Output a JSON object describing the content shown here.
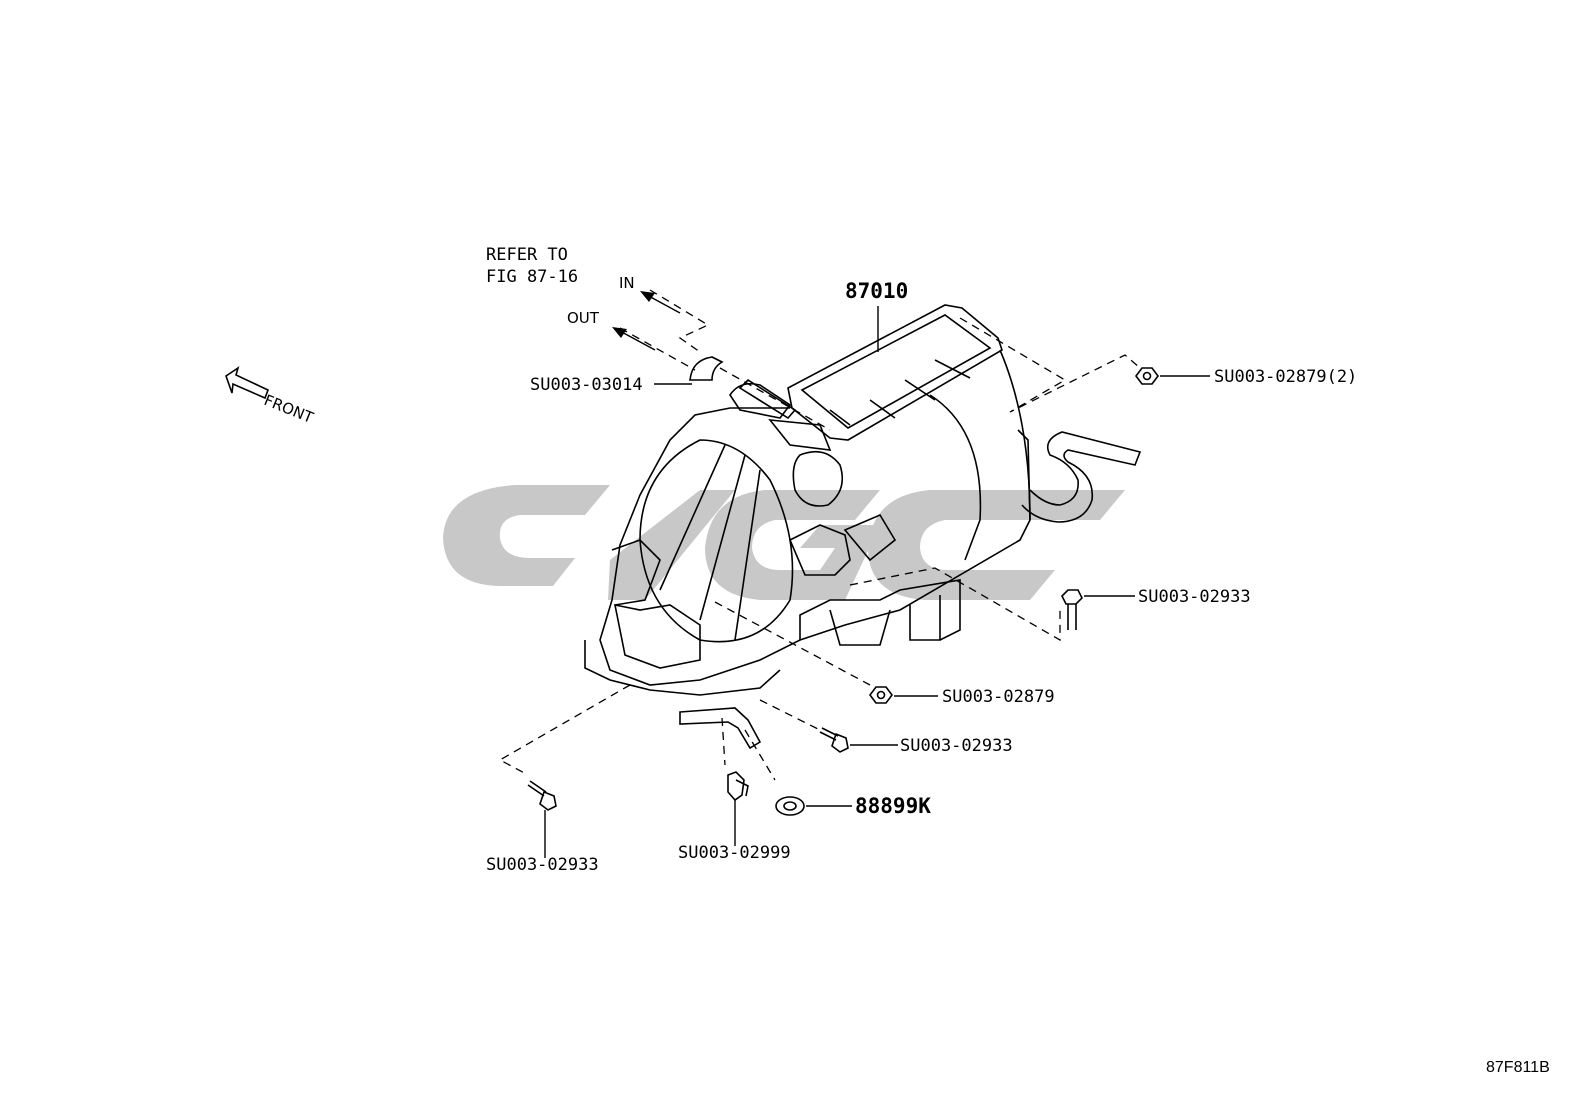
{
  "refer": {
    "line1": "REFER TO",
    "line2": "FIG 87-16"
  },
  "flow": {
    "in_label": "IN",
    "out_label": "OUT"
  },
  "orientation": {
    "front_label": "FRONT"
  },
  "parts": {
    "main_unit": "87010",
    "clip_top": "SU003-03014",
    "nut_right": "SU003-02879(2)",
    "bolt_right": "SU003-02933",
    "nut_center": "SU003-02879",
    "bolt_center": "SU003-02933",
    "grommet": "88899K",
    "clip_bottom": "SU003-02999",
    "bolt_left": "SU003-02933"
  },
  "figure_code": "87F811B"
}
